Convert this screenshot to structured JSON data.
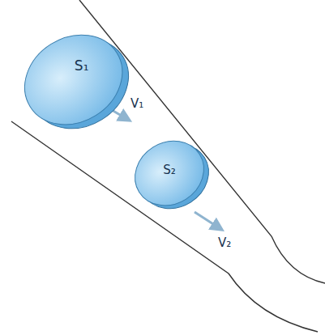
{
  "diagram": {
    "nodes": [
      {
        "text": [
          "S₁"
        ]
      },
      {
        "text": [
          "S₂"
        ]
      }
    ],
    "labels": [
      "V₁",
      "V₂"
    ]
  }
}
